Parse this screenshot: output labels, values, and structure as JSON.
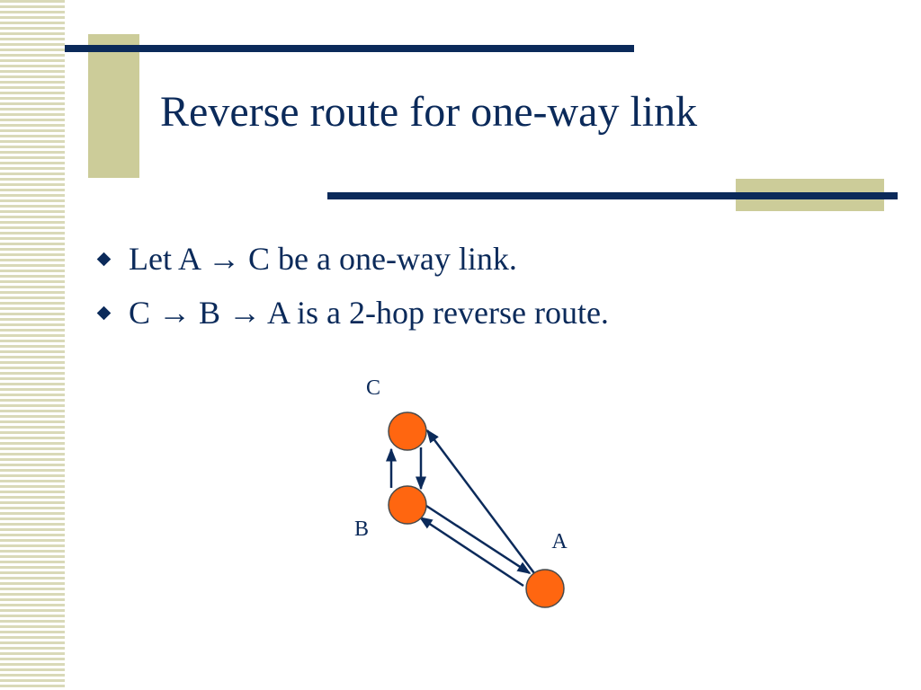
{
  "slide": {
    "title": "Reverse route for one-way link",
    "bullets": [
      "Let A → C be a one-way link.",
      "C → B → A is a 2-hop reverse route."
    ]
  },
  "diagram": {
    "nodes": [
      {
        "id": "C",
        "label": "C"
      },
      {
        "id": "B",
        "label": "B"
      },
      {
        "id": "A",
        "label": "A"
      }
    ],
    "edges": [
      {
        "from": "B",
        "to": "C"
      },
      {
        "from": "C",
        "to": "B"
      },
      {
        "from": "A",
        "to": "C"
      },
      {
        "from": "B",
        "to": "A"
      },
      {
        "from": "A",
        "to": "B"
      }
    ]
  },
  "colors": {
    "node_fill": "#ff6610",
    "edge": "#0b2a5a",
    "accent": "#cccc99",
    "title": "#0b2a5a"
  }
}
